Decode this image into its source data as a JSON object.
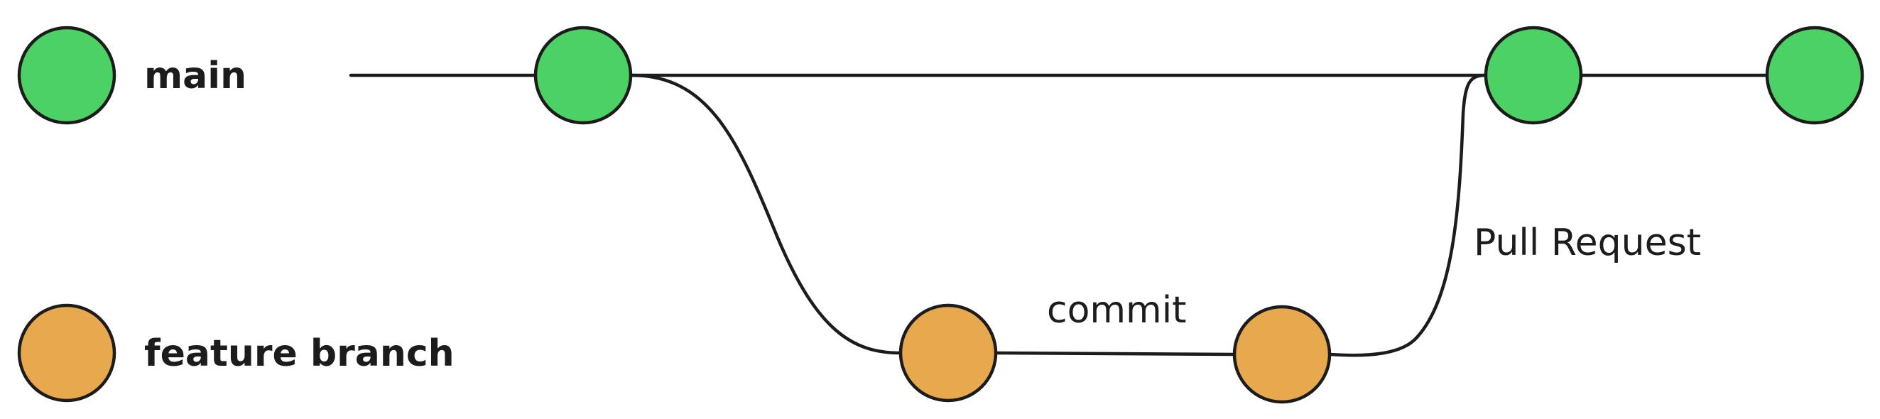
{
  "colors": {
    "main": "#4cd264",
    "feature": "#e8a94e",
    "outline": "#1c1c1c"
  },
  "legend": {
    "main_label": "main",
    "feature_label": "feature branch"
  },
  "labels": {
    "commit": "commit",
    "pull_request": "Pull Request"
  }
}
